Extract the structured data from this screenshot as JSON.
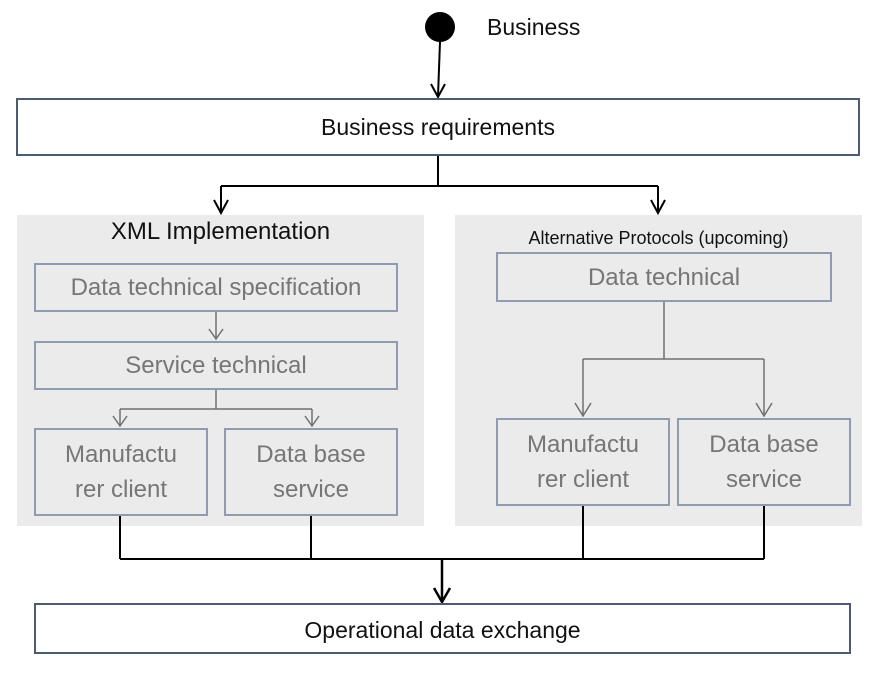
{
  "start_label": "Business",
  "business_requirements": "Business requirements",
  "xml_panel": {
    "title": "XML Implementation",
    "data_spec": "Data technical specification",
    "service_tech": "Service technical",
    "manufacturer": [
      "Manufactu",
      "rer client"
    ],
    "database": [
      "Data base",
      "service"
    ]
  },
  "alt_panel": {
    "title": "Alternative Protocols (upcoming)",
    "data_tech": "Data technical",
    "manufacturer": [
      "Manufactu",
      "rer client"
    ],
    "database": [
      "Data base",
      "service"
    ]
  },
  "operational": "Operational data exchange",
  "colors": {
    "main_border": "#4a5b72",
    "sub_border": "#8e9bb0",
    "sub_text": "#767676",
    "panel_bg": "#ebebeb",
    "connector": "#000000",
    "sub_connector": "#707070"
  }
}
